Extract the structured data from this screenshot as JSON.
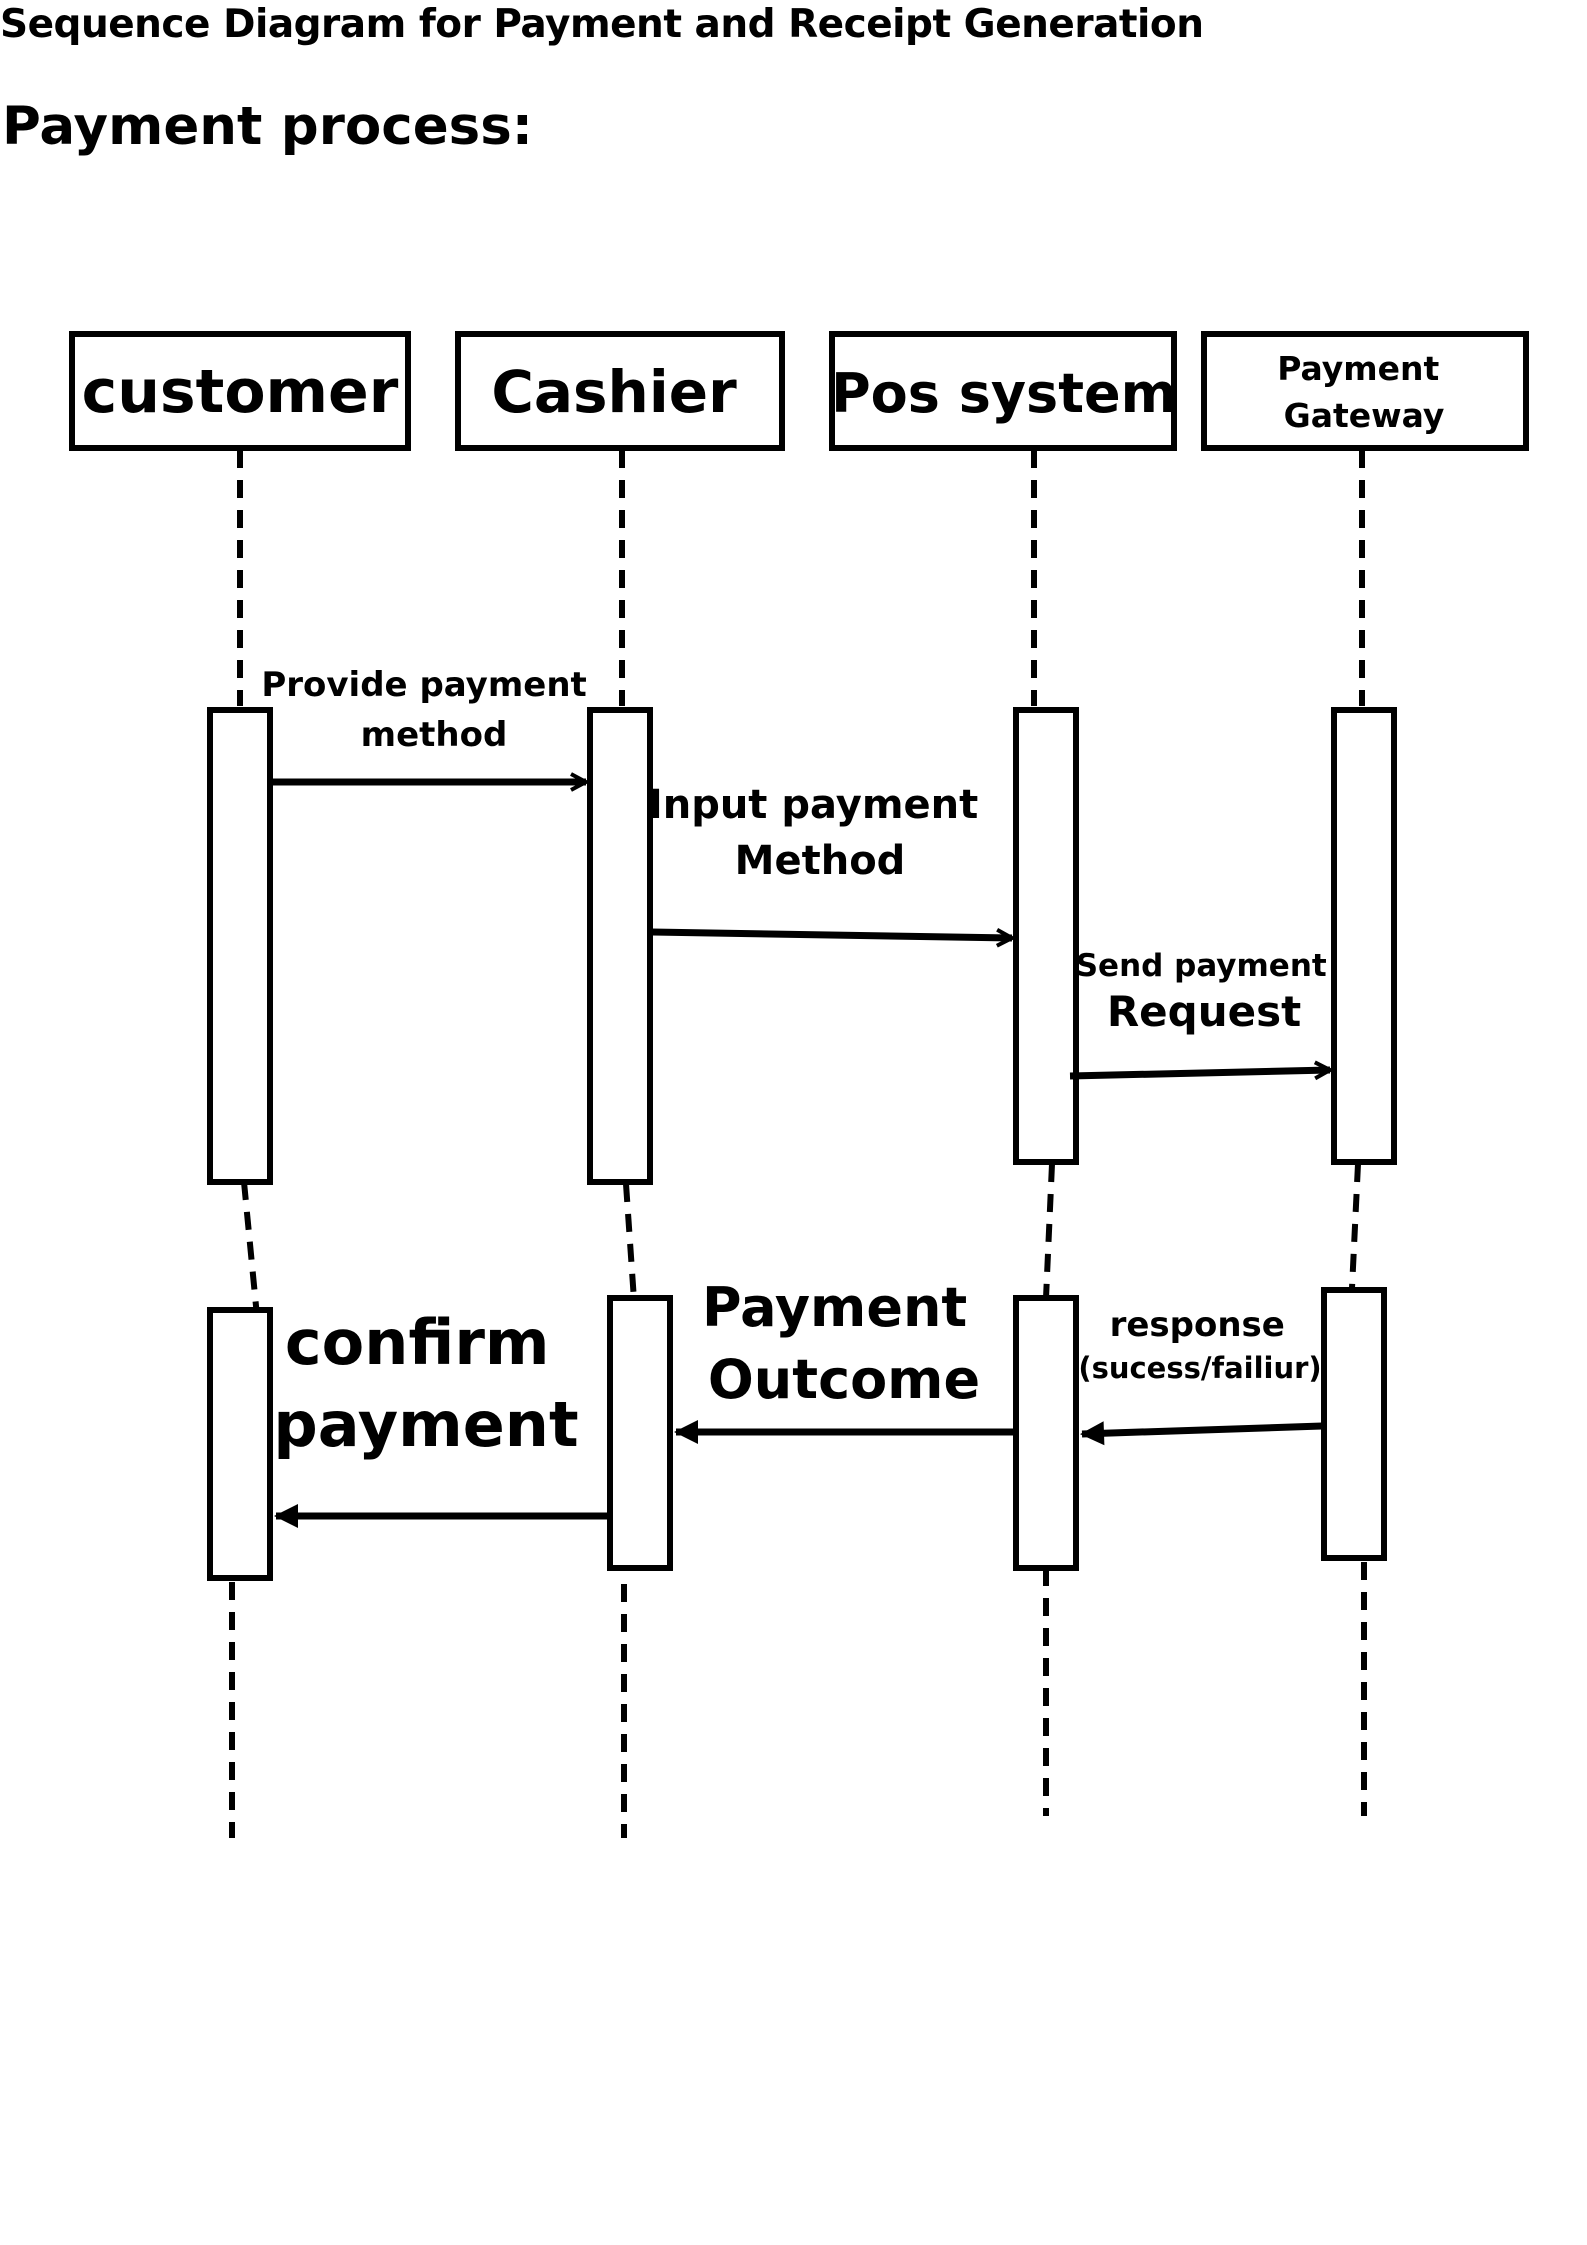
{
  "document_title": "Sequence Diagram for Payment and Receipt Generation",
  "section_title": "Payment process:",
  "actors": [
    {
      "id": "customer",
      "lines": [
        "customer"
      ]
    },
    {
      "id": "cashier",
      "lines": [
        "Cashier"
      ]
    },
    {
      "id": "pos",
      "lines": [
        "Pos system"
      ]
    },
    {
      "id": "gateway",
      "lines": [
        "Payment",
        "Gateway"
      ]
    }
  ],
  "messages": [
    {
      "id": "msg-provide",
      "from": "customer",
      "to": "cashier",
      "lines": [
        "Provide payment",
        "method"
      ]
    },
    {
      "id": "msg-input",
      "from": "cashier",
      "to": "pos",
      "lines": [
        "Input payment",
        "Method"
      ]
    },
    {
      "id": "msg-send",
      "from": "pos",
      "to": "gateway",
      "lines": [
        "Send payment",
        "Request"
      ]
    },
    {
      "id": "msg-response",
      "from": "gateway",
      "to": "pos",
      "lines": [
        "response",
        "(sucess/failiur)"
      ]
    },
    {
      "id": "msg-outcome",
      "from": "pos",
      "to": "cashier",
      "lines": [
        "Payment",
        "Outcome"
      ]
    },
    {
      "id": "msg-confirm",
      "from": "cashier",
      "to": "customer",
      "lines": [
        "confirm",
        "payment"
      ]
    }
  ],
  "colors": {
    "stroke": "#000000",
    "fill": "#ffffff"
  }
}
